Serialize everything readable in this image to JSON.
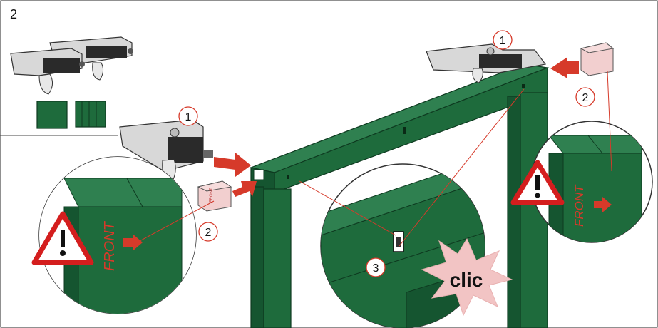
{
  "step": {
    "number": "2"
  },
  "callouts": [
    "1",
    "2",
    "3"
  ],
  "labels": {
    "front": "FRONT",
    "front_small": "FRONT",
    "clic": "clic"
  },
  "colors": {
    "frame_green": "#1e6b3c",
    "frame_green_dark": "#155530",
    "frame_green_light": "#2f8050",
    "arrow_red": "#d63a2a",
    "leader_red": "#d63a2a",
    "warning_red": "#d41e1e",
    "clic_burst": "#f2c4c4",
    "clip_pink": "#f2cfcf",
    "bracket_grey": "#d8d8d8"
  }
}
